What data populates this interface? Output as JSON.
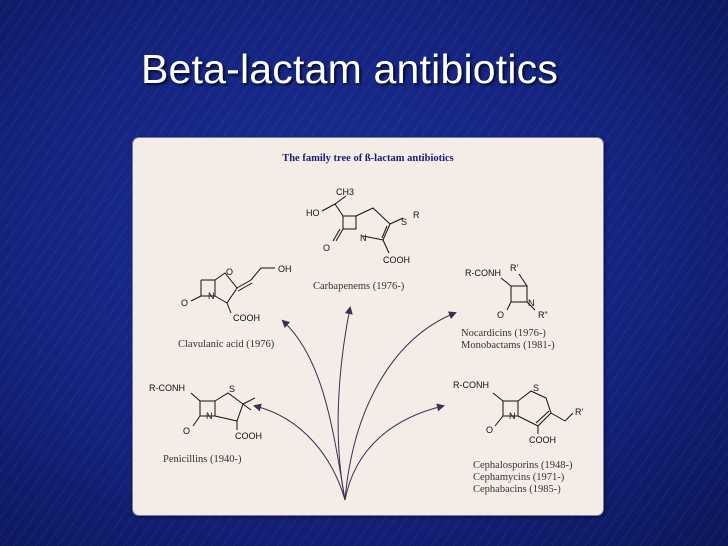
{
  "slide": {
    "title": "Beta-lactam antibiotics"
  },
  "figure": {
    "title": "The family tree of ß-lactam antibiotics",
    "classes": {
      "carbapenems": {
        "caption": "Carbapenems (1976-)"
      },
      "clavulanic": {
        "caption": "Clavulanic acid (1976)"
      },
      "nocardicins": {
        "captions": [
          "Nocardicins (1976-)",
          "Monobactams (1981-)"
        ]
      },
      "penicillins": {
        "caption": "Penicillins (1940-)"
      },
      "cephalosporins": {
        "captions": [
          "Cephalosporins (1948-)",
          "Cephamycins (1971-)",
          "Cephabacins (1985-)"
        ]
      }
    },
    "atoms": {
      "ch3": "CH3",
      "ho": "HO",
      "oh": "OH",
      "o": "O",
      "n": "N",
      "s": "S",
      "r": "R",
      "r_prime": "R'",
      "r_double": "R\"",
      "cooh": "COOH",
      "rconh": "R-CONH"
    }
  },
  "colors": {
    "background": "#14237e",
    "panel": "#f4ece7",
    "arrow": "#3a3050",
    "figure_title": "#1a1a7a"
  }
}
